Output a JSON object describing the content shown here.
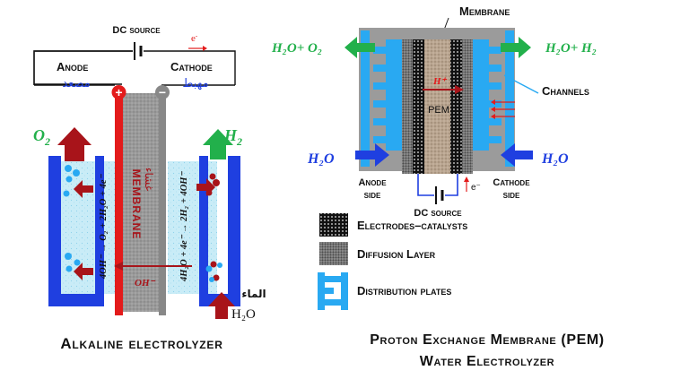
{
  "colors": {
    "red": "#e31b1b",
    "dark_red": "#a8141a",
    "blue": "#1f3fe0",
    "light_blue": "#29a9f2",
    "green": "#22b04b",
    "gray": "#9b9b9b",
    "dark_gray": "#444444"
  },
  "alkaline": {
    "dc_source": "DC source",
    "electron": "e",
    "electron_sup": "-",
    "anode": "Anode",
    "anode_ar": "مصعد",
    "cathode": "Cathode",
    "cathode_ar": "مهبط",
    "plus": "+",
    "minus": "−",
    "o2": "O",
    "o2_sub": "2",
    "h2": "H",
    "h2_sub": "2",
    "membrane": "MEMBRANE",
    "membrane_ar": "غشاء",
    "anode_reaction": "4OH⁻ → O₂ + 2H₂O + 4e⁻",
    "cathode_reaction": "4H₂O + 4e⁻ → 2H₂ + 4OH⁻",
    "oh": "OH⁻",
    "water_ar": "الماء",
    "h2o": "H₂O",
    "caption": "Alkaline electrolyzer"
  },
  "pem": {
    "membrane": "Membrane",
    "left_out": "H₂O+ O₂",
    "right_out": "H₂O+ H₂",
    "channels": "Channels",
    "h_plus": "H⁺",
    "pem": "PEM",
    "h2o_left": "H₂O",
    "h2o_right": "H₂O",
    "anode_side_1": "Anode",
    "anode_side_2": "side",
    "cathode_side_1": "Cathode",
    "cathode_side_2": "side",
    "electron": "e⁻",
    "dc_source": "DC source",
    "legend": [
      {
        "label": "Electrodes–catalysts",
        "icon": "electrode-swatch"
      },
      {
        "label": "Diffusion Layer",
        "icon": "diffusion-swatch"
      },
      {
        "label": "Distribution plates",
        "icon": "plate-swatch"
      }
    ],
    "caption_1": "Proton Exchange Membrane (PEM)",
    "caption_2": "Water Electrolyzer"
  }
}
